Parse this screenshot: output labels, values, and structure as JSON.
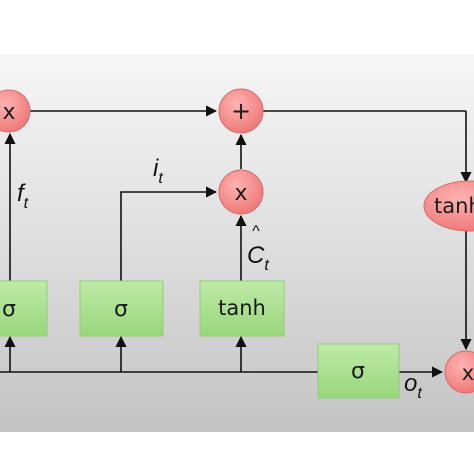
{
  "operators": {
    "forget_multiply": "x",
    "cell_add": "+",
    "input_multiply": "x",
    "output_tanh": "tanh",
    "output_multiply": "x"
  },
  "gates": {
    "forget": "σ",
    "input": "σ",
    "candidate": "tanh",
    "output": "σ"
  },
  "labels": {
    "forget_gate": {
      "base": "f",
      "sub": "t"
    },
    "input_gate": {
      "base": "i",
      "sub": "t"
    },
    "candidate": {
      "base": "C",
      "hat": "^",
      "sub": "t"
    },
    "output_gate": {
      "base": "o",
      "sub": "t"
    }
  },
  "colors": {
    "op_fill": "#f07f7f",
    "op_stroke": "#d96a6a",
    "gate_fill": "#a7e08d",
    "gate_stroke": "#8fcf74",
    "line": "#111111"
  }
}
